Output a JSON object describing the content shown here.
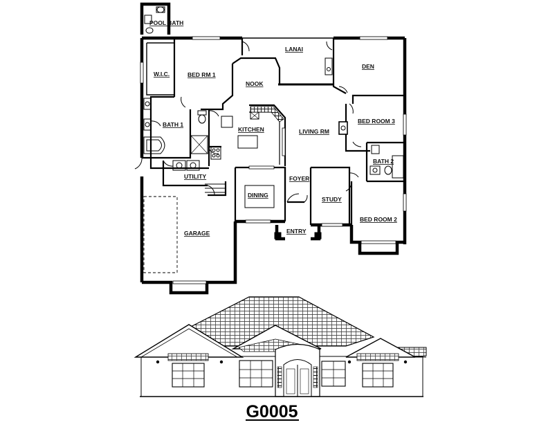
{
  "plan": {
    "code": "G0005",
    "rooms": {
      "pool_bath": "POOL BATH",
      "lanai": "LANAI",
      "den": "DEN",
      "wic": "W.I.C.",
      "bed_rm_1": "BED RM 1",
      "nook": "NOOK",
      "bath_1": "BATH 1",
      "kitchen": "KITCHEN",
      "living_rm": "LIVING RM",
      "bed_room_3": "BED ROOM 3",
      "bath_2": "BATH 2",
      "utility": "UTILITY",
      "dining": "DINING",
      "foyer": "FOYER",
      "study": "STUDY",
      "bed_room_2": "BED ROOM 2",
      "garage": "GARAGE",
      "entry": "ENTRY"
    }
  }
}
